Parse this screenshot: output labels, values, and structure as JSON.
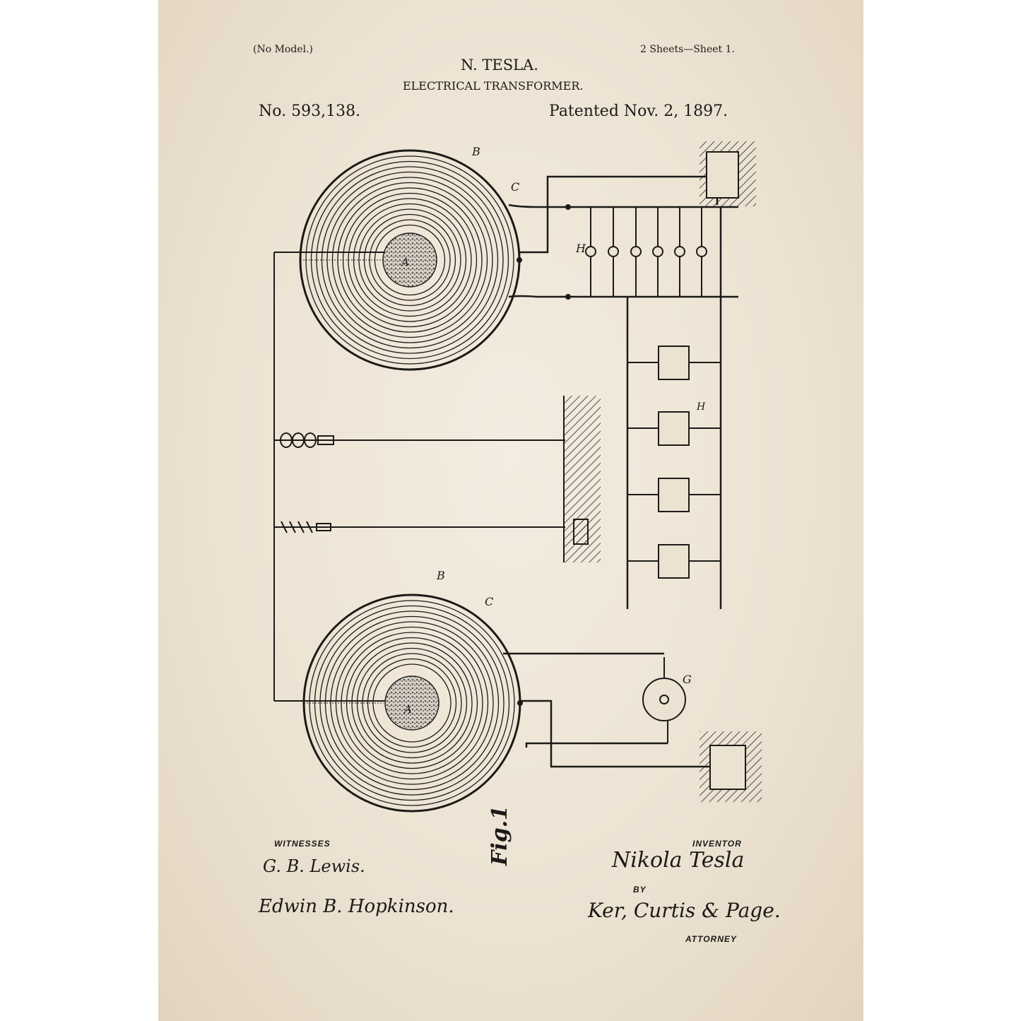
{
  "header": {
    "model_note": "(No Model.)",
    "sheets": "2 Sheets—Sheet 1.",
    "inventor_name": "N. TESLA.",
    "title": "ELECTRICAL TRANSFORMER.",
    "patent_number": "No. 593,138.",
    "patent_date": "Patented Nov. 2, 1897."
  },
  "figure": {
    "label": "Fig.1",
    "parts": {
      "A": "A",
      "B": "B",
      "C": "C",
      "H": "H",
      "G": "G"
    }
  },
  "footer": {
    "witnesses_label": "WITNESSES",
    "witness_1": "G. B. Lewis.",
    "witness_2": "Edwin B. Hopkinson.",
    "inventor_label": "INVENTOR",
    "inventor_signature": "Nikola Tesla",
    "by_label": "BY",
    "attorney_signature": "Ker, Curtis & Page.",
    "attorney_label": "ATTORNEY"
  },
  "colors": {
    "paper": "#ece2d2",
    "ink": "#1c1a17"
  }
}
